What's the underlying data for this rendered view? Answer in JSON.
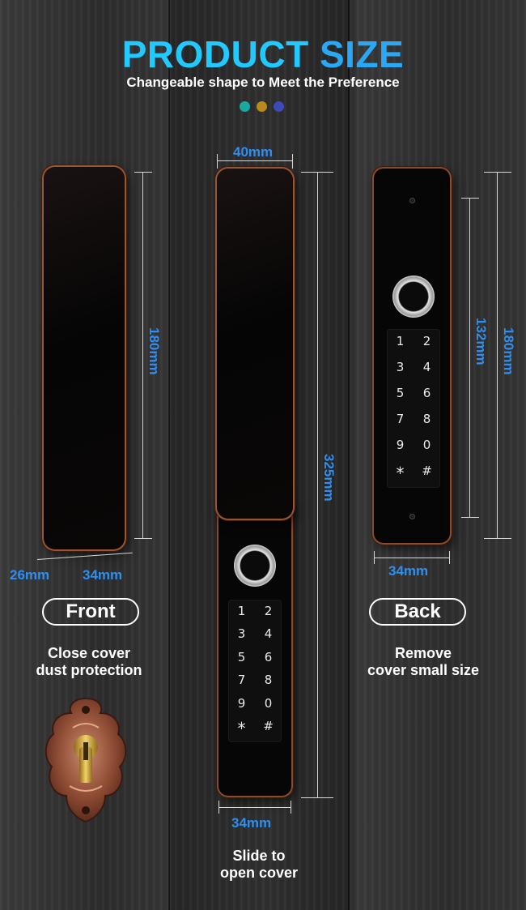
{
  "header": {
    "title_word1": "PRODUCT",
    "title_word2": "SIZE",
    "subtitle": "Changeable shape to Meet the Preference"
  },
  "color_dots": [
    "#1aa9a0",
    "#b88a1c",
    "#3c4bb5"
  ],
  "colors": {
    "accent": "#2aa8f5",
    "dimension": "#2f8ff0",
    "trim": "#9a5532"
  },
  "front": {
    "label": "Front",
    "height_label": "180mm",
    "depth_label": "26mm",
    "width_label": "34mm",
    "caption_line1": "Close cover",
    "caption_line2": "dust protection"
  },
  "middle": {
    "top_width_label": "40mm",
    "height_label": "325mm",
    "bottom_width_label": "34mm",
    "caption_line1": "Slide to",
    "caption_line2": "open cover"
  },
  "back": {
    "label": "Back",
    "keypad_height_label": "132mm",
    "height_label": "180mm",
    "width_label": "34mm",
    "caption_line1": "Remove",
    "caption_line2": "cover small size"
  },
  "keypad_keys": [
    "1",
    "2",
    "3",
    "4",
    "5",
    "6",
    "7",
    "8",
    "9",
    "0",
    "*",
    "#"
  ]
}
